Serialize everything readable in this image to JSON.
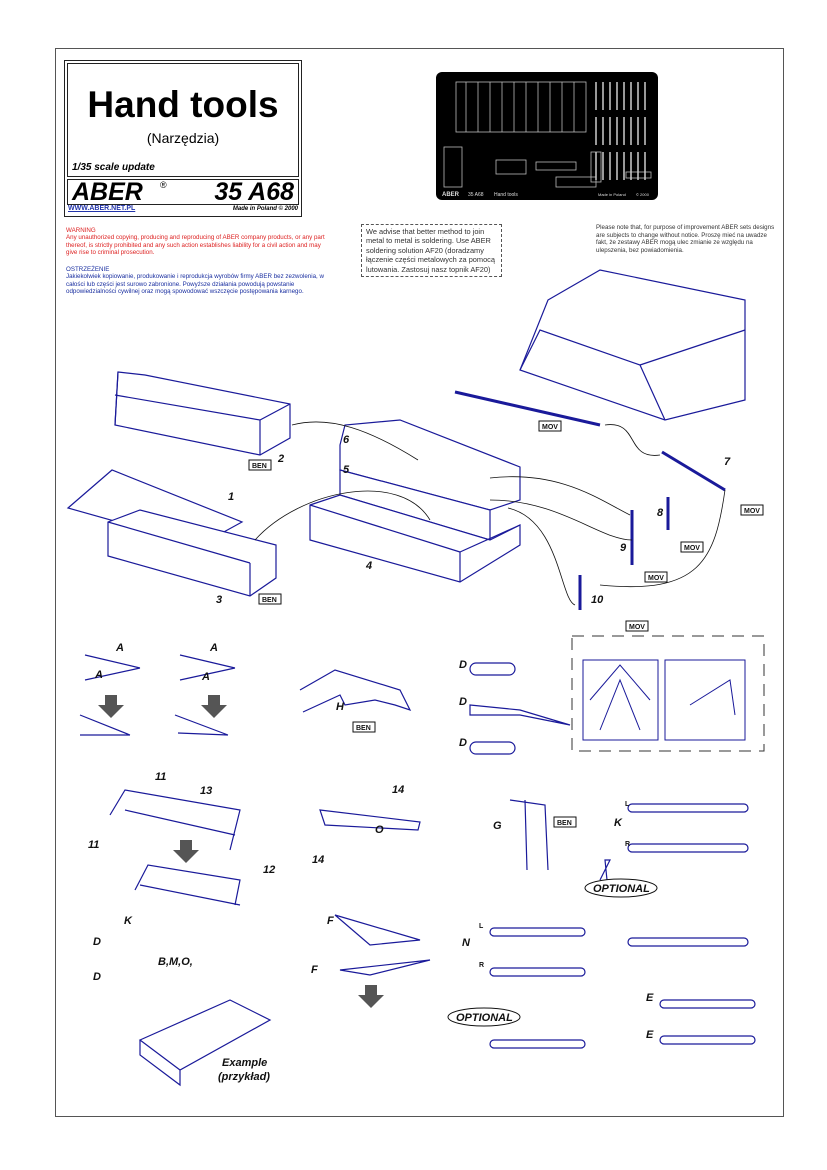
{
  "header": {
    "title": "Hand tools",
    "subtitle": "(Narzędzia)",
    "scale_note": "1/35 scale update",
    "brand": "ABER",
    "registered": "®",
    "set_code": "35 A68",
    "url": "WWW.ABER.NET.PL",
    "made_in": "Made in Poland © 2000"
  },
  "fret": {
    "brand": "ABER",
    "code": "35 A68",
    "name": "Hand tools",
    "made_in": "Made in Poland",
    "year": "© 2000"
  },
  "warning": {
    "title": "WARNING",
    "text": "Any unauthorized copying, producing and reproducing of ABER company products, or any part thereof, is strictly prohibited and any such action establishes liability for a civil action and may give rise to criminal prosecution."
  },
  "ostrzezenie": {
    "title": "OSTRZEŻENIE",
    "text": "Jakiekolwiek kopiowanie, produkowanie i reprodukcja wyrobów firmy ABER bez zezwolenia, w całości lub części jest surowo zabronione. Powyższe działania powodują powstanie odpowiedzialności cywilnej oraz mogą spowodować wszczęcie postępowania karnego."
  },
  "advice": "We advise that better method to join metal to metal is soldering. Use ABER soldering solution AF20 (doradzamy łączenie części metalowych za pomocą lutowania. Zastosuj nasz topnik AF20)",
  "notice": "Please note that, for purpose of improvement ABER sets designs are subjects to change without notice. Proszę mieć na uwadze fakt, że zestawy ABER mogą ulec zmianie ze względu na ulepszenia, bez powiadomienia.",
  "labels": {
    "n1": "1",
    "n2": "2",
    "n3": "3",
    "n4": "4",
    "n5": "5",
    "n6": "6",
    "n7": "7",
    "n8": "8",
    "n9": "9",
    "n10": "10",
    "n11": "11",
    "n12": "12",
    "n13": "13",
    "n14": "14",
    "A": "A",
    "D": "D",
    "H": "H",
    "G": "G",
    "K": "K",
    "L": "L",
    "R": "R",
    "F": "F",
    "N": "N",
    "E": "E",
    "O": "O",
    "bmo": "B,M,O,",
    "ben": "BEN",
    "mov": "MOV",
    "optional": "OPTIONAL",
    "example": "Example",
    "example_pl": "(przykład)"
  },
  "colors": {
    "line": "#1a1a9a",
    "warning": "#dd2222",
    "polish": "#1a2fa0"
  }
}
